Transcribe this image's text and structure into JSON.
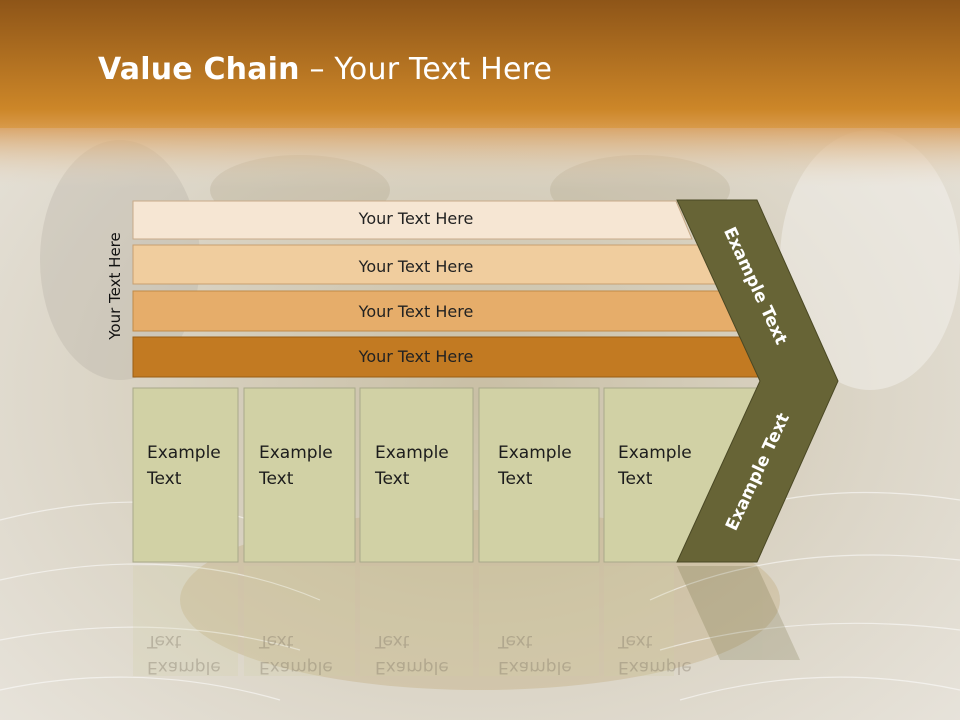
{
  "slide": {
    "title_bold": "Value Chain",
    "title_rest": " – Your Text Here",
    "side_label": "Your Text Here"
  },
  "rows": [
    {
      "label": "Your Text Here",
      "color": "#f6e6d3"
    },
    {
      "label": "Your Text Here",
      "color": "#f0cd9e"
    },
    {
      "label": "Your Text Here",
      "color": "#e6ad6a"
    },
    {
      "label": "Your Text Here",
      "color": "#c27a22"
    }
  ],
  "boxes": [
    {
      "line1": "Example",
      "line2": "Text"
    },
    {
      "line1": "Example",
      "line2": "Text"
    },
    {
      "line1": "Example",
      "line2": "Text"
    },
    {
      "line1": "Example",
      "line2": "Text"
    },
    {
      "line1": "Example",
      "line2": "Text"
    }
  ],
  "chevron": {
    "upper_label": "Example Text",
    "lower_label": "Example Text",
    "color": "#676436"
  },
  "colors": {
    "header_top": "#8e5518",
    "header_bottom": "#cc8628",
    "box_fill": "#d1d1a5",
    "box_border": "#a9a98a"
  }
}
